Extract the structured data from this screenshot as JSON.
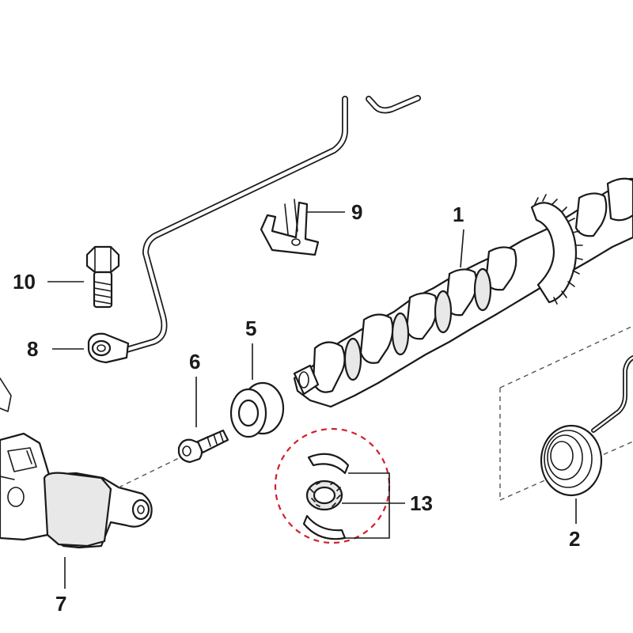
{
  "callouts": [
    {
      "id": "1",
      "label": "1"
    },
    {
      "id": "2",
      "label": "2"
    },
    {
      "id": "5",
      "label": "5"
    },
    {
      "id": "6",
      "label": "6"
    },
    {
      "id": "7",
      "label": "7"
    },
    {
      "id": "8",
      "label": "8"
    },
    {
      "id": "9",
      "label": "9"
    },
    {
      "id": "10",
      "label": "10"
    },
    {
      "id": "13",
      "label": "13"
    }
  ],
  "colors": {
    "line": "#1a1a1a",
    "highlight_circle": "#d0202a",
    "background": "#ffffff"
  }
}
